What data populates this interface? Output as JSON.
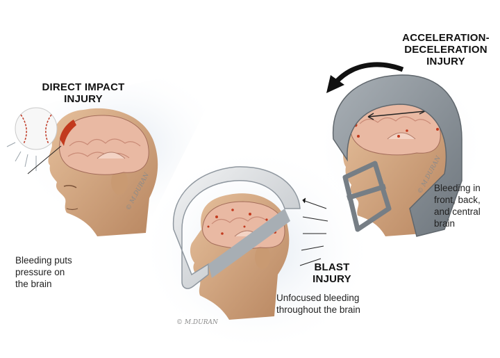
{
  "panels": {
    "direct": {
      "title_line1": "DIRECT IMPACT",
      "title_line2": "INJURY",
      "caption_line1": "Bleeding puts",
      "caption_line2": "pressure on",
      "caption_line3": "the brain"
    },
    "blast": {
      "title_line1": "BLAST",
      "title_line2": "INJURY",
      "caption_line1": "Unfocused bleeding",
      "caption_line2": "throughout the brain"
    },
    "accel": {
      "title_line1": "ACCELERATION-",
      "title_line2": "DECELERATION",
      "title_line3": "INJURY",
      "caption_line1": "Bleeding in",
      "caption_line2": "front, back,",
      "caption_line3": "and central",
      "caption_line4": "brain"
    }
  },
  "signature": "© M.DURAN",
  "colors": {
    "skin": "#d9b08a",
    "skin_shadow": "#b8875f",
    "brain": "#e9b9a3",
    "brain_fold": "#c98a76",
    "blood": "#c23a1e",
    "helmet_light": "#e4e6e8",
    "helmet_dark": "#8f979f",
    "ghost": "#dfe7f0",
    "ink": "#111111"
  },
  "icons": [
    "baseball-icon",
    "motion-arrow-icon",
    "shockwave-lines-icon",
    "impact-burst-icon"
  ]
}
